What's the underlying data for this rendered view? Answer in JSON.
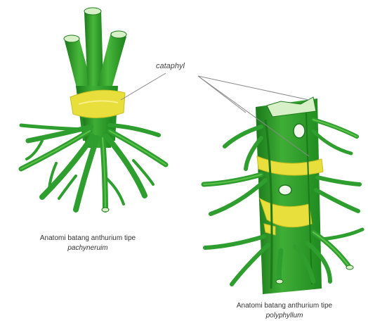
{
  "callout": {
    "text": "cataphyl"
  },
  "captions": {
    "left": {
      "line1": "Anatomi batang anthurium tipe",
      "species": "pachyneruim"
    },
    "right": {
      "line1": "Anatomi batang anthurium tipe",
      "species": "polyphyllum"
    }
  },
  "colors": {
    "stem": "#2e9e2e",
    "stem_dark": "#1c7a1c",
    "stem_light": "#5cc24a",
    "cataphyll": "#e8df3c",
    "cut_face": "#d8f0c8",
    "pointer": "#8a8a8a"
  }
}
